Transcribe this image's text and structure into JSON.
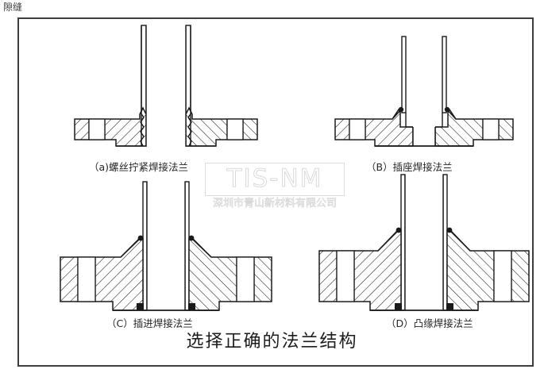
{
  "corner_label": "隙缝",
  "figure": {
    "title": "选择正确的法兰结构",
    "panels": [
      {
        "id": "a",
        "caption": "（a)螺丝拧紧焊接法兰",
        "type": "threaded-welded-flange"
      },
      {
        "id": "b",
        "caption": "（B）插座焊接法兰",
        "type": "socket-welded-flange"
      },
      {
        "id": "c",
        "caption": "（C）插进焊接法兰",
        "type": "slip-on-welded-flange"
      },
      {
        "id": "d",
        "caption": "（D）凸缘焊接法兰",
        "type": "lapped-welded-flange"
      }
    ]
  },
  "watermark": {
    "main": "TIS-NM",
    "sub": "深圳市青山新材料有限公司"
  },
  "colors": {
    "line": "#1a1a1a",
    "frame": "#3d3d3d",
    "watermark": "#e0e0e0",
    "background": "#ffffff"
  }
}
